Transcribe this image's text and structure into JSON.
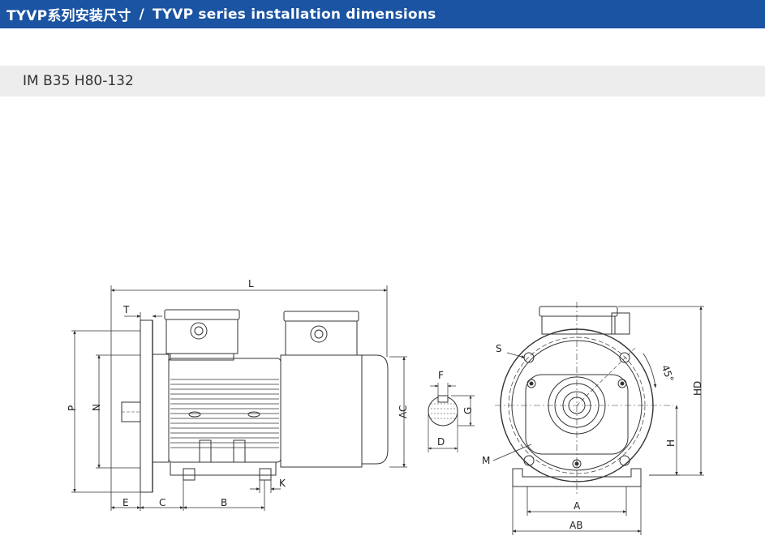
{
  "header": {
    "title_cn": "TYVP系列安装尺寸",
    "separator": "/",
    "title_en": "TYVP series installation dimensions"
  },
  "subheader": {
    "model": "IM B35 H80-132"
  },
  "labels": {
    "L": "L",
    "T": "T",
    "P": "P",
    "N": "N",
    "AC": "AC",
    "E": "E",
    "C": "C",
    "B": "B",
    "K": "K",
    "F": "F",
    "G": "G",
    "D": "D",
    "S": "S",
    "M": "M",
    "A": "A",
    "AB": "AB",
    "H": "H",
    "HD": "HD",
    "angle": "45°"
  },
  "colors": {
    "header_bg": "#1a54a3",
    "subheader_bg": "#ededed"
  }
}
